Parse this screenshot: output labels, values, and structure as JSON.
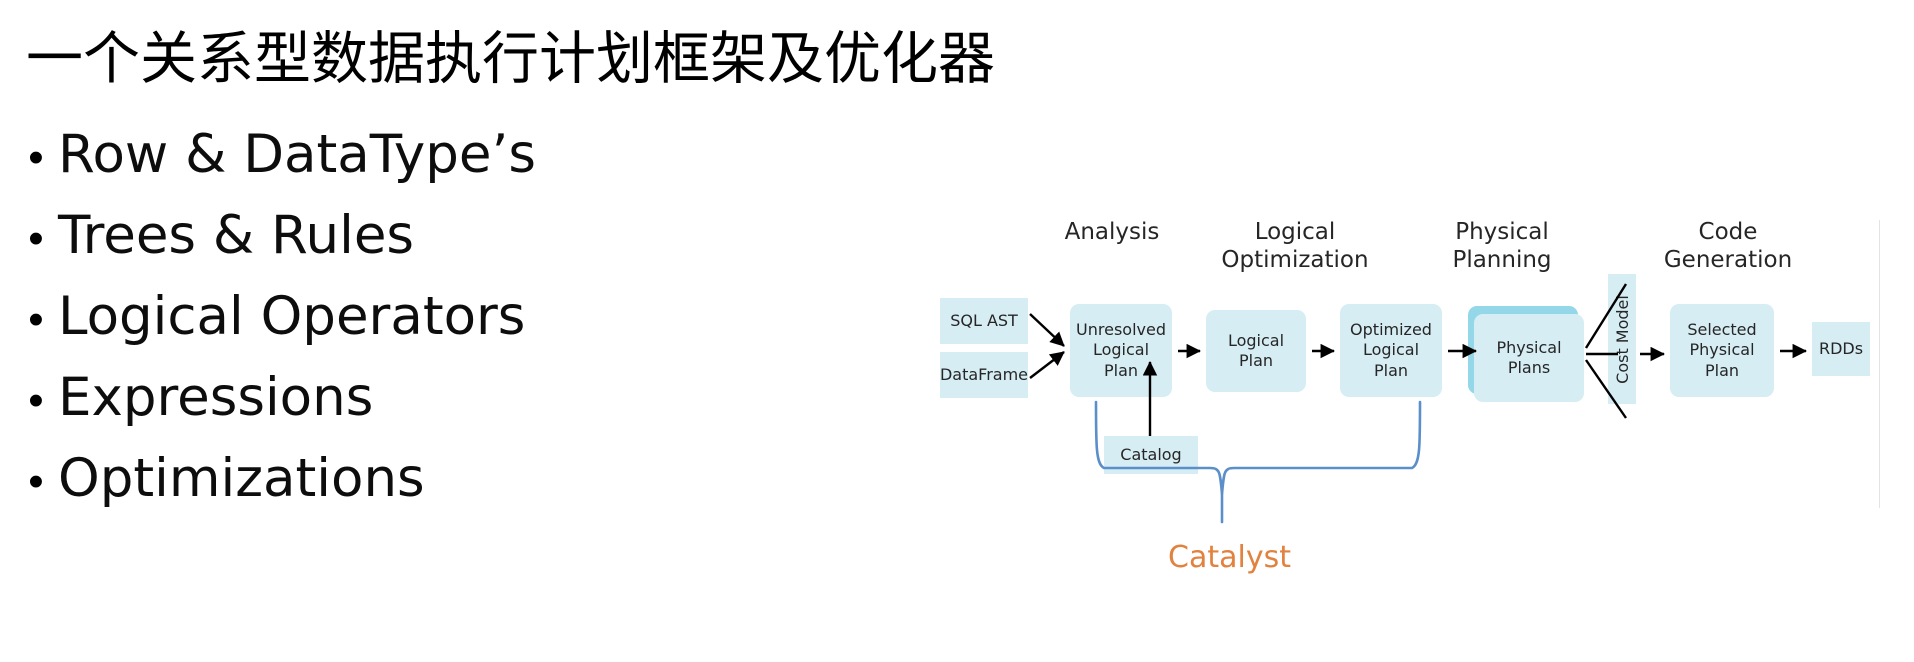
{
  "slide": {
    "title": "一个关系型数据执行计划框架及优化器",
    "bullets": [
      {
        "marker": "•",
        "text": "Row & DataType’s"
      },
      {
        "marker": "•",
        "text": "Trees & Rules"
      },
      {
        "marker": "•",
        "text": "Logical Operators"
      },
      {
        "marker": "•",
        "text": "Expressions"
      },
      {
        "marker": "•",
        "text": "Optimizations"
      }
    ]
  },
  "diagram": {
    "caption": "Catalyst",
    "stages": [
      {
        "label": "Analysis"
      },
      {
        "label": "Logical\nOptimization"
      },
      {
        "label": "Physical\nPlanning"
      },
      {
        "label": "Code\nGeneration"
      }
    ],
    "nodes": {
      "sql_ast": "SQL AST",
      "dataframe": "DataFrame",
      "unresolved_logical_plan": "Unresolved\nLogical\nPlan",
      "logical_plan": "Logical\nPlan",
      "optimized_logical_plan": "Optimized\nLogical\nPlan",
      "physical_plans": "Physical\nPlans",
      "cost_model": "Cost Model",
      "selected_physical_plan": "Selected\nPhysical\nPlan",
      "rdds": "RDDs",
      "catalog": "Catalog"
    },
    "colors": {
      "box_fill": "#d6edf4",
      "stack_shadow": "#93d7e8",
      "arrow": "#000000",
      "brace": "#5b8fc9",
      "caption": "#e2823f",
      "text": "#262626",
      "edge_line": "#e3e3e3"
    }
  }
}
